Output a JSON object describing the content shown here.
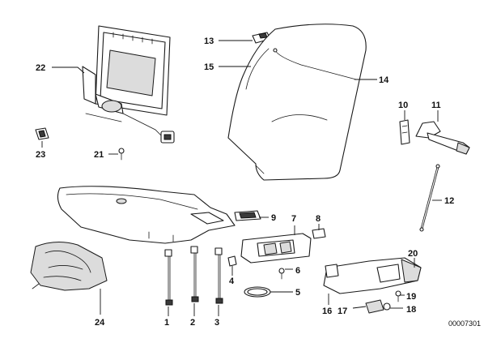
{
  "callouts": {
    "c1": "1",
    "c2": "2",
    "c3": "3",
    "c4": "4",
    "c5": "5",
    "c6": "6",
    "c7": "7",
    "c8": "8",
    "c9": "9",
    "c10": "10",
    "c11": "11",
    "c12": "12",
    "c13": "13",
    "c14": "14",
    "c15": "15",
    "c16": "16",
    "c17": "17",
    "c18": "18",
    "c19": "19",
    "c20": "20",
    "c21": "21",
    "c22": "22",
    "c23": "23",
    "c24": "24"
  },
  "reference_code": "00007301"
}
